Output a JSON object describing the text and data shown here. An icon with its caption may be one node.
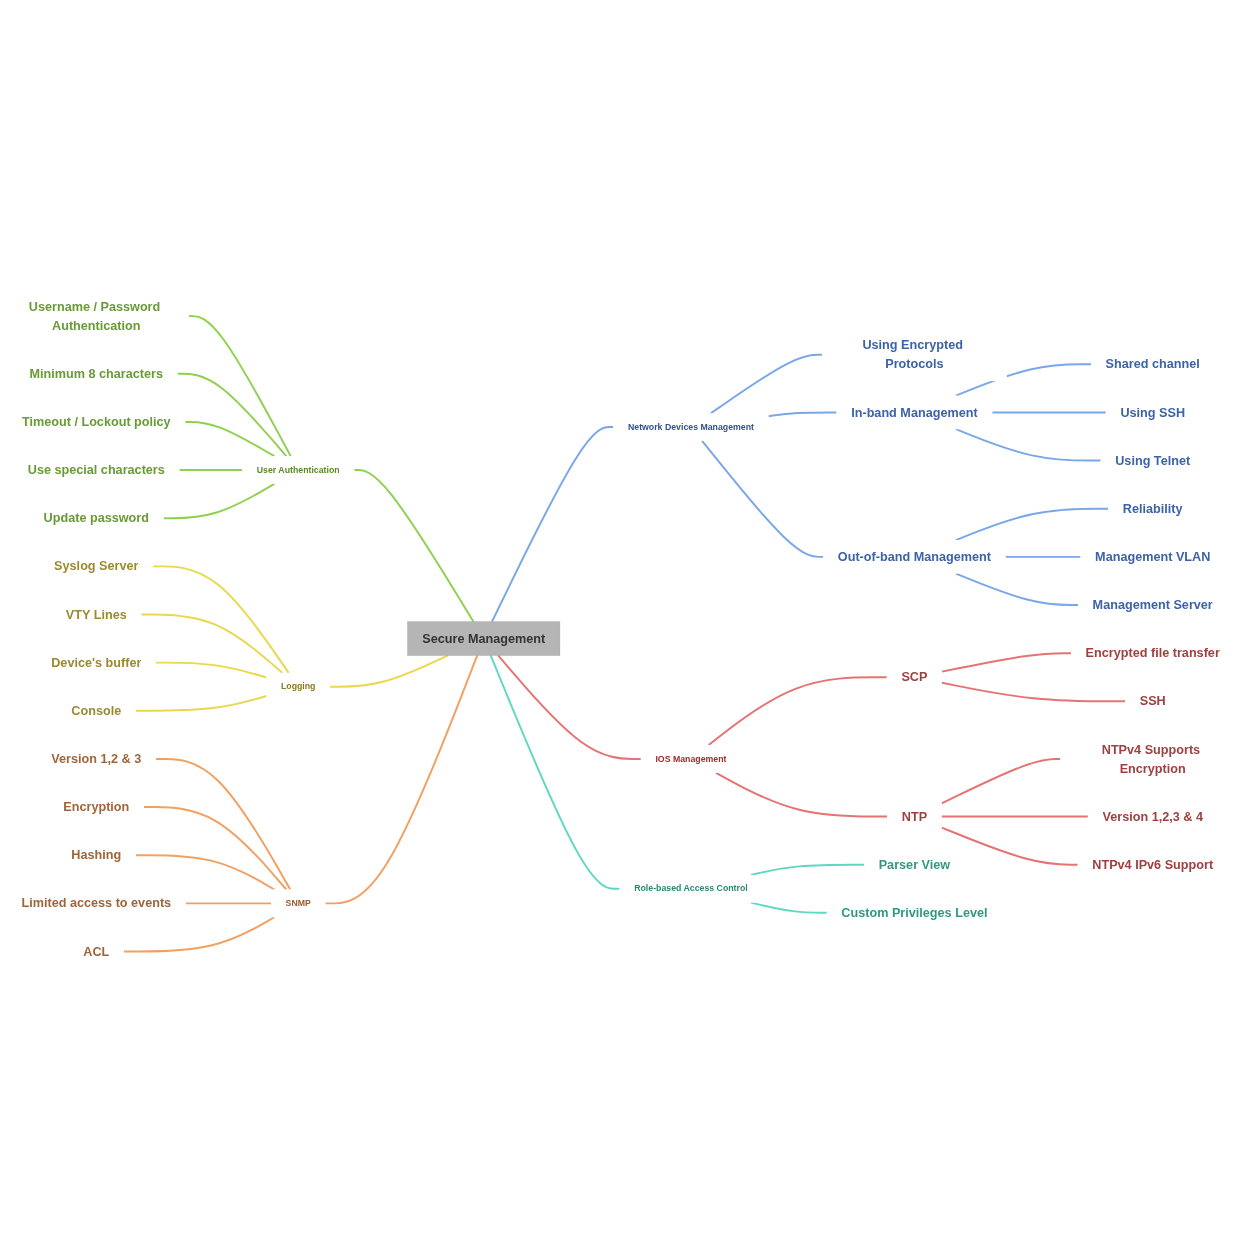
{
  "diagram": {
    "nodes": [
      {
        "text": [
          "Secure Management"
        ]
      },
      {
        "text": [
          "Network Devices Management"
        ]
      },
      {
        "text": [
          "Using Encrypted Protocols"
        ]
      },
      {
        "text": [
          "In-band Management"
        ]
      },
      {
        "text": [
          "Shared channel"
        ]
      },
      {
        "text": [
          "Using SSH"
        ]
      },
      {
        "text": [
          "Using Telnet"
        ]
      },
      {
        "text": [
          "Out-of-band Management"
        ]
      },
      {
        "text": [
          "Reliability"
        ]
      },
      {
        "text": [
          "Management VLAN"
        ]
      },
      {
        "text": [
          "Management Server"
        ]
      },
      {
        "text": [
          "User Authentication"
        ]
      },
      {
        "text": [
          "Username / Password Authentication"
        ]
      },
      {
        "text": [
          "Minimum 8 characters"
        ]
      },
      {
        "text": [
          "Timeout / Lockout policy"
        ]
      },
      {
        "text": [
          "Use special characters"
        ]
      },
      {
        "text": [
          "Update password"
        ]
      },
      {
        "text": [
          "Logging"
        ]
      },
      {
        "text": [
          "Syslog Server"
        ]
      },
      {
        "text": [
          "VTY Lines"
        ]
      },
      {
        "text": [
          "Device's buffer"
        ]
      },
      {
        "text": [
          "Console"
        ]
      },
      {
        "text": [
          "IOS Management"
        ]
      },
      {
        "text": [
          "SCP"
        ]
      },
      {
        "text": [
          "Encrypted file transfer"
        ]
      },
      {
        "text": [
          "SSH"
        ]
      },
      {
        "text": [
          "NTP"
        ]
      },
      {
        "text": [
          "NTPv4 Supports Encryption"
        ]
      },
      {
        "text": [
          "Version 1,2,3 & 4"
        ]
      },
      {
        "text": [
          "NTPv4 IPv6 Support"
        ]
      },
      {
        "text": [
          "SNMP"
        ]
      },
      {
        "text": [
          "Version 1,2 & 3"
        ]
      },
      {
        "text": [
          "Encryption"
        ]
      },
      {
        "text": [
          "Hashing"
        ]
      },
      {
        "text": [
          "Limited access to events"
        ]
      },
      {
        "text": [
          "ACL"
        ]
      },
      {
        "text": [
          "Role-based Access Control"
        ]
      },
      {
        "text": [
          "Parser View"
        ]
      },
      {
        "text": [
          "Custom Privileges Level"
        ]
      }
    ],
    "edges": [
      {
        "from": 0,
        "to": 1,
        "arrow": "none"
      },
      {
        "from": 1,
        "to": 2,
        "arrow": "none"
      },
      {
        "from": 1,
        "to": 3,
        "arrow": "none"
      },
      {
        "from": 3,
        "to": 4,
        "arrow": "none"
      },
      {
        "from": 3,
        "to": 5,
        "arrow": "none"
      },
      {
        "from": 3,
        "to": 6,
        "arrow": "none"
      },
      {
        "from": 1,
        "to": 7,
        "arrow": "none"
      },
      {
        "from": 7,
        "to": 8,
        "arrow": "none"
      },
      {
        "from": 7,
        "to": 9,
        "arrow": "none"
      },
      {
        "from": 7,
        "to": 10,
        "arrow": "none"
      },
      {
        "from": 0,
        "to": 11,
        "arrow": "none",
        "color": "#8fd14f"
      },
      {
        "from": 11,
        "to": 12,
        "arrow": "none",
        "color": "#8fd14f"
      },
      {
        "from": 11,
        "to": 13,
        "arrow": "none",
        "color": "#8fd14f"
      },
      {
        "from": 11,
        "to": 14,
        "arrow": "none",
        "color": "#8fd14f"
      },
      {
        "from": 11,
        "to": 15,
        "arrow": "none",
        "color": "#8fd14f"
      },
      {
        "from": 11,
        "to": 16,
        "arrow": "none",
        "color": "#8fd14f"
      },
      {
        "from": 0,
        "to": 17,
        "arrow": "none",
        "color": "#e9d84b"
      },
      {
        "from": 17,
        "to": 18,
        "arrow": "none",
        "color": "#e9d84b"
      },
      {
        "from": 17,
        "to": 19,
        "arrow": "none",
        "color": "#e9d84b"
      },
      {
        "from": 17,
        "to": 20,
        "arrow": "none",
        "color": "#e9d84b"
      },
      {
        "from": 17,
        "to": 21,
        "arrow": "none",
        "color": "#e9d84b"
      },
      {
        "from": 0,
        "to": 22,
        "arrow": "none",
        "color": "#e57373"
      },
      {
        "from": 22,
        "to": 23,
        "arrow": "none",
        "color": "#e57373"
      },
      {
        "from": 23,
        "to": 24,
        "arrow": "none",
        "color": "#e57373"
      },
      {
        "from": 23,
        "to": 25,
        "arrow": "none",
        "color": "#e57373"
      },
      {
        "from": 22,
        "to": 26,
        "arrow": "none",
        "color": "#e57373"
      },
      {
        "from": 26,
        "to": 27,
        "arrow": "none",
        "color": "#e57373"
      },
      {
        "from": 26,
        "to": 28,
        "arrow": "none",
        "color": "#e57373"
      },
      {
        "from": 26,
        "to": 29,
        "arrow": "none",
        "color": "#e57373"
      },
      {
        "from": 0,
        "to": 30,
        "arrow": "none",
        "color": "#f2a062"
      },
      {
        "from": 30,
        "to": 31,
        "arrow": "none",
        "color": "#f2a062"
      },
      {
        "from": 30,
        "to": 32,
        "arrow": "none",
        "color": "#f2a062"
      },
      {
        "from": 30,
        "to": 33,
        "arrow": "none",
        "color": "#f2a062"
      },
      {
        "from": 30,
        "to": 34,
        "arrow": "none",
        "color": "#f2a062"
      },
      {
        "from": 30,
        "to": 35,
        "arrow": "none",
        "color": "#f2a062"
      },
      {
        "from": 0,
        "to": 36,
        "arrow": "none",
        "color": "#5ed8c0"
      },
      {
        "from": 36,
        "to": 37,
        "arrow": "none",
        "color": "#5ed8c0"
      },
      {
        "from": 36,
        "to": 38,
        "arrow": "none",
        "color": "#5ed8c0"
      }
    ]
  }
}
